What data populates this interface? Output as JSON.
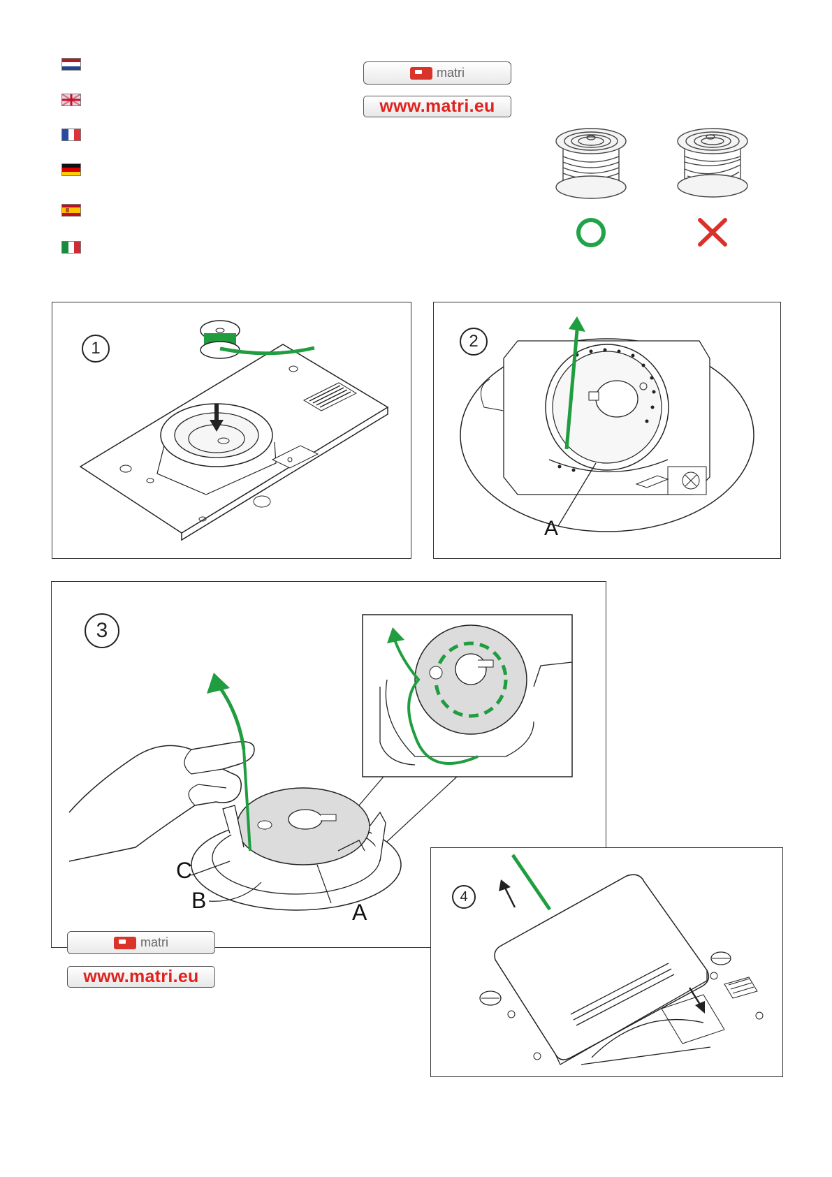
{
  "brand": {
    "logo_text": "matri",
    "url": "www.matri.eu",
    "accent": "#e0221e"
  },
  "languages": [
    {
      "flag": "netherlands-flag"
    },
    {
      "flag": "uk-flag"
    },
    {
      "flag": "france-flag"
    },
    {
      "flag": "germany-flag"
    },
    {
      "flag": "spain-flag"
    },
    {
      "flag": "italy-flag"
    }
  ],
  "bobbin_check": {
    "correct_mark": "O",
    "wrong_mark": "X",
    "correct_color": "#22a34a",
    "wrong_color": "#d9312b"
  },
  "thread_color": "#1f9d3f",
  "steps": [
    {
      "number": "1"
    },
    {
      "number": "2",
      "labels": [
        "A"
      ]
    },
    {
      "number": "3",
      "labels": [
        "C",
        "B",
        "A"
      ]
    },
    {
      "number": "4"
    }
  ]
}
